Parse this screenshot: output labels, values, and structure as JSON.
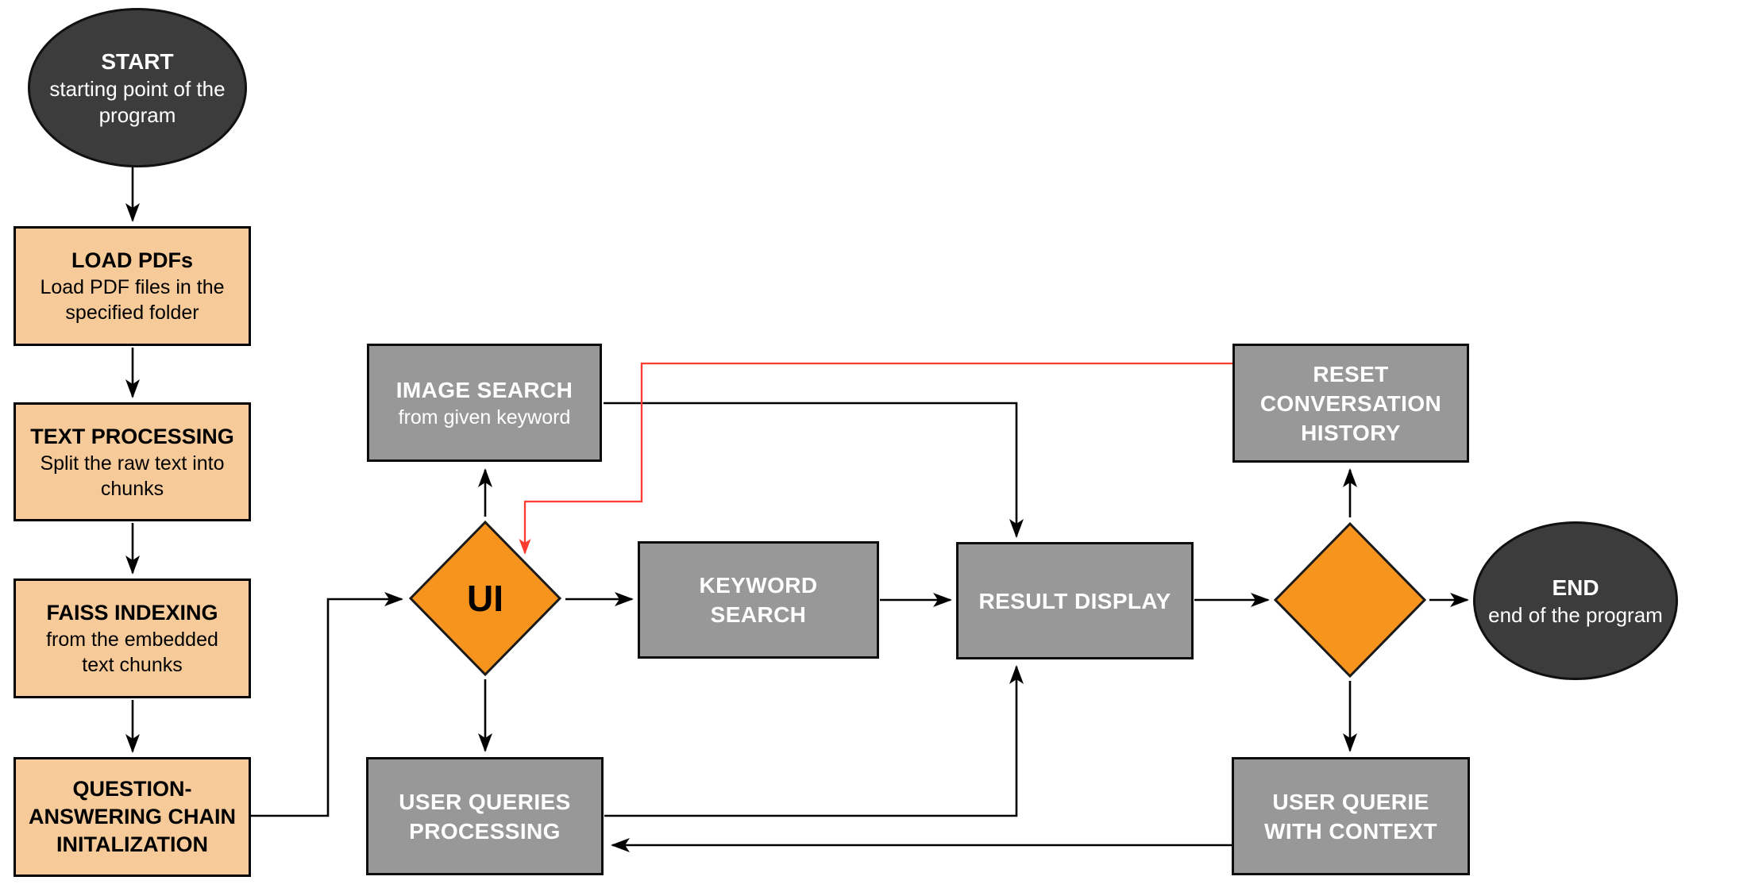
{
  "diagram": {
    "type": "flowchart",
    "colors": {
      "process_fill": "#F7CA99",
      "process_border": "#000000",
      "action_fill": "#989898",
      "action_border": "#0d0d0d",
      "action_text": "#FFFFFF",
      "terminal_fill": "#3C3C3C",
      "terminal_border": "#111111",
      "terminal_text": "#FFFFFF",
      "decision_fill": "#F7941E",
      "decision_border": "#1a1a1a",
      "edge_color": "#000000",
      "highlight_edge_color": "#FF3B30",
      "text_color": "#000000",
      "background": "#FFFFFF"
    },
    "nodes": {
      "start": {
        "type": "terminal",
        "title": "START",
        "subtitle_lines": [
          "starting point of the",
          "program"
        ]
      },
      "load_pdfs": {
        "type": "process",
        "title": "LOAD PDFs",
        "subtitle_lines": [
          "Load PDF files in the",
          "specified folder"
        ]
      },
      "text_processing": {
        "type": "process",
        "title": "TEXT PROCESSING",
        "subtitle_lines": [
          "Split the raw text into",
          "chunks"
        ]
      },
      "faiss_indexing": {
        "type": "process",
        "title": "FAISS INDEXING",
        "subtitle_lines": [
          "from the embedded",
          "text chunks"
        ]
      },
      "qa_chain": {
        "type": "process",
        "title_lines": [
          "QUESTION-",
          "ANSWERING CHAIN",
          "INITALIZATION"
        ]
      },
      "image_search": {
        "type": "action",
        "title": "IMAGE SEARCH",
        "subtitle_lines": [
          "from given keyword"
        ]
      },
      "ui_decision": {
        "type": "decision",
        "label": "UI"
      },
      "keyword_search": {
        "type": "action",
        "title_lines": [
          "KEYWORD",
          "SEARCH"
        ]
      },
      "result_display": {
        "type": "action",
        "title_lines": [
          "RESULT DISPLAY"
        ]
      },
      "reset_history": {
        "type": "action",
        "title_lines": [
          "RESET",
          "CONVERSATION",
          "HISTORY"
        ]
      },
      "exit_decision": {
        "type": "decision",
        "label": ""
      },
      "user_queries_processing": {
        "type": "action",
        "title_lines": [
          "USER QUERIES",
          "PROCESSING"
        ]
      },
      "user_querie_context": {
        "type": "action",
        "title_lines": [
          "USER QUERIE",
          "WITH CONTEXT"
        ]
      },
      "end": {
        "type": "terminal",
        "title": "END",
        "subtitle_lines": [
          "end of the program"
        ]
      }
    },
    "edges": [
      {
        "from": "start",
        "to": "load_pdfs",
        "color": "black"
      },
      {
        "from": "load_pdfs",
        "to": "text_processing",
        "color": "black"
      },
      {
        "from": "text_processing",
        "to": "faiss_indexing",
        "color": "black"
      },
      {
        "from": "faiss_indexing",
        "to": "qa_chain",
        "color": "black"
      },
      {
        "from": "qa_chain",
        "to": "ui_decision",
        "color": "black"
      },
      {
        "from": "ui_decision",
        "to": "image_search",
        "color": "black"
      },
      {
        "from": "ui_decision",
        "to": "keyword_search",
        "color": "black"
      },
      {
        "from": "ui_decision",
        "to": "user_queries_processing",
        "color": "black"
      },
      {
        "from": "image_search",
        "to": "result_display",
        "color": "black"
      },
      {
        "from": "keyword_search",
        "to": "result_display",
        "color": "black"
      },
      {
        "from": "user_queries_processing",
        "to": "result_display",
        "color": "black"
      },
      {
        "from": "result_display",
        "to": "exit_decision",
        "color": "black"
      },
      {
        "from": "exit_decision",
        "to": "reset_history",
        "color": "black"
      },
      {
        "from": "exit_decision",
        "to": "end",
        "color": "black"
      },
      {
        "from": "exit_decision",
        "to": "user_querie_context",
        "color": "black"
      },
      {
        "from": "user_querie_context",
        "to": "user_queries_processing",
        "color": "black"
      },
      {
        "from": "reset_history",
        "to": "ui_decision",
        "color": "red"
      }
    ]
  }
}
